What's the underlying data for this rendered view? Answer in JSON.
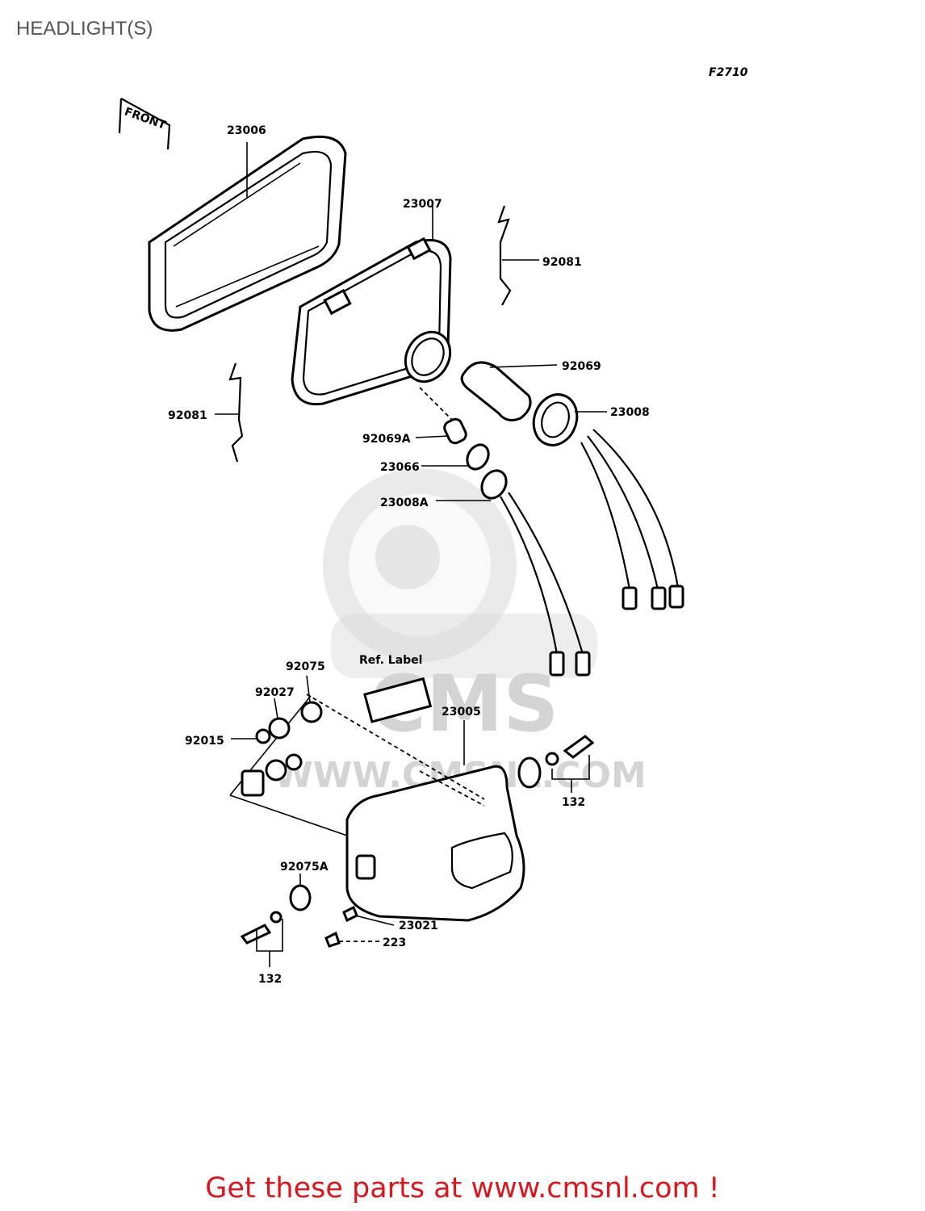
{
  "page": {
    "title": "HEADLIGHT(S)",
    "diagram_code": "F2710",
    "call_to_action": "Get these parts at www.cmsnl.com !"
  },
  "watermark": {
    "brand": "CMS",
    "url_text": "WWW.CMSNL.COM"
  },
  "diagram": {
    "front_marker": "FRONT",
    "ref_label_caption": "Ref. Label",
    "parts": [
      {
        "id": "23006",
        "label": "23006"
      },
      {
        "id": "23007",
        "label": "23007"
      },
      {
        "id": "92081-top",
        "label": "92081"
      },
      {
        "id": "92081-left",
        "label": "92081"
      },
      {
        "id": "92069",
        "label": "92069"
      },
      {
        "id": "23008",
        "label": "23008"
      },
      {
        "id": "92069A",
        "label": "92069A"
      },
      {
        "id": "23066",
        "label": "23066"
      },
      {
        "id": "23008A",
        "label": "23008A"
      },
      {
        "id": "92075",
        "label": "92075"
      },
      {
        "id": "92027",
        "label": "92027"
      },
      {
        "id": "92015",
        "label": "92015"
      },
      {
        "id": "23005",
        "label": "23005"
      },
      {
        "id": "132-right",
        "label": "132"
      },
      {
        "id": "92075A",
        "label": "92075A"
      },
      {
        "id": "23021",
        "label": "23021"
      },
      {
        "id": "223",
        "label": "223"
      },
      {
        "id": "132-left",
        "label": "132"
      }
    ]
  }
}
